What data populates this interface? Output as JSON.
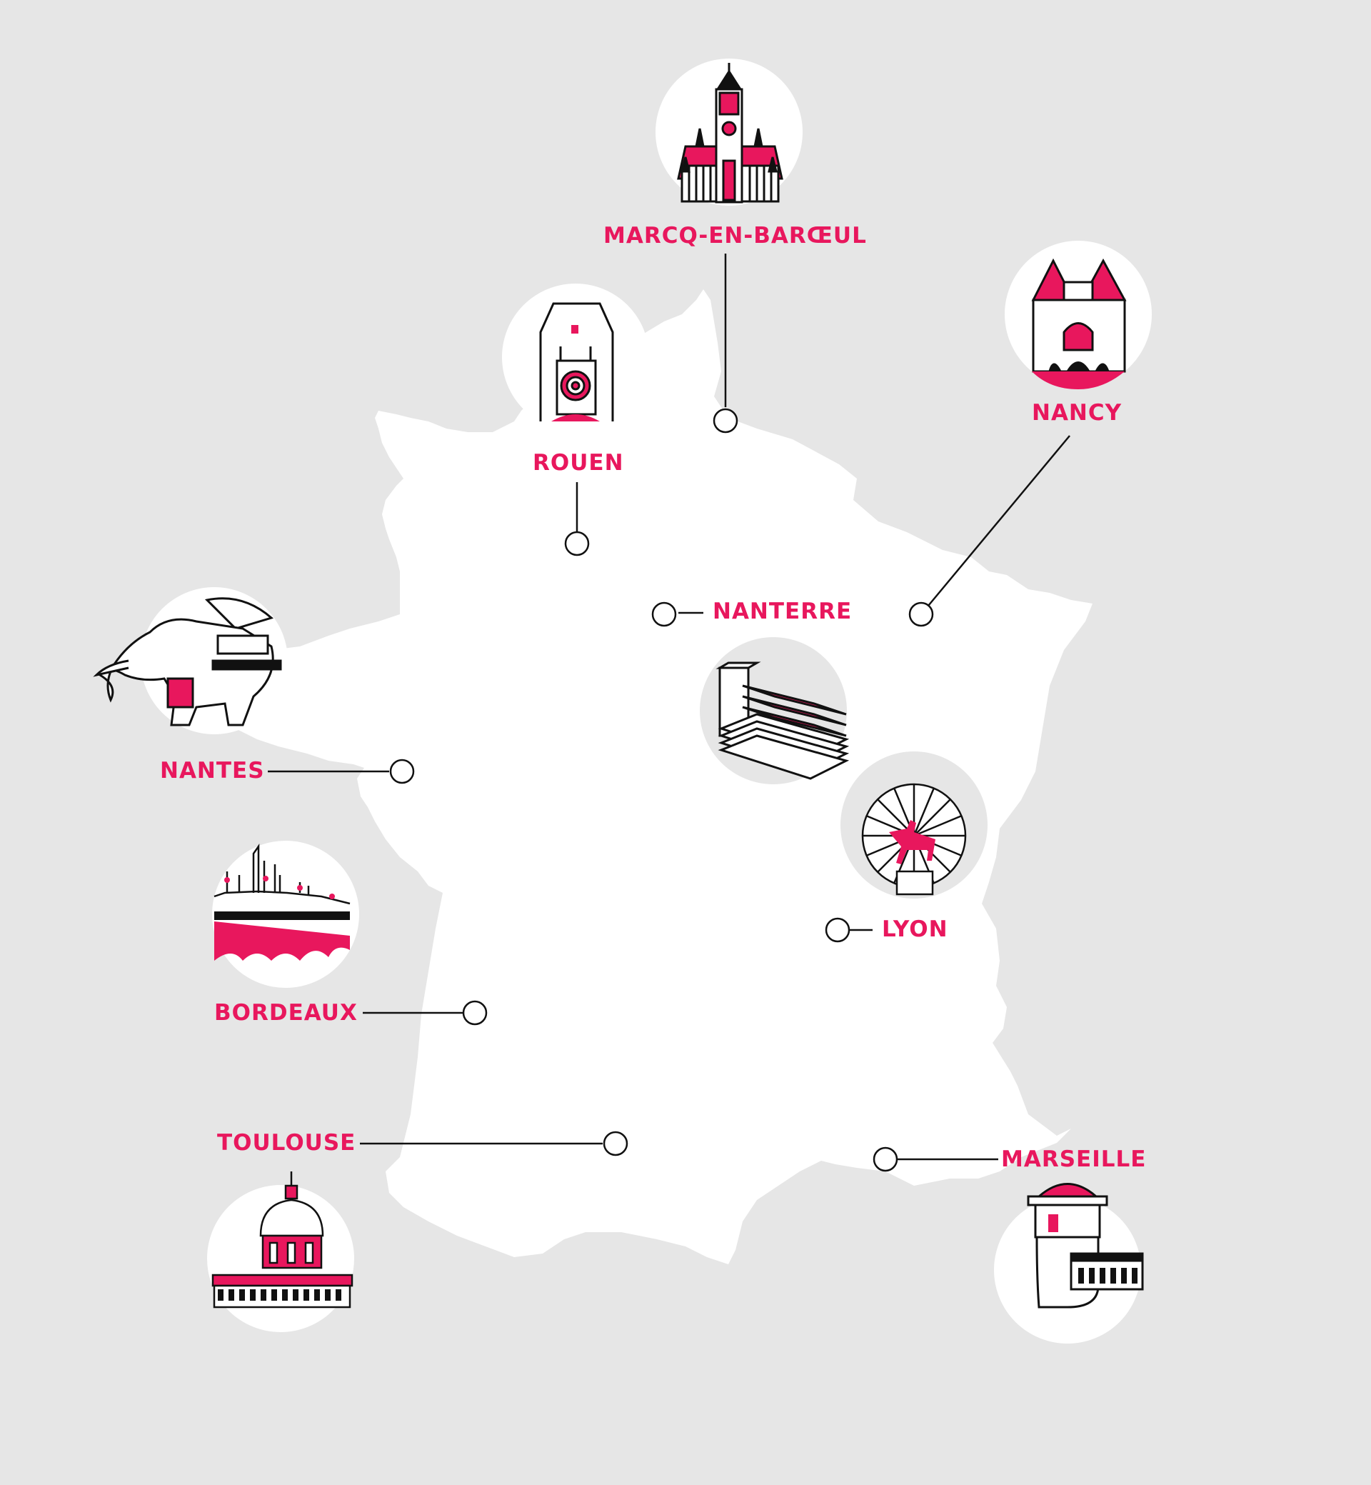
{
  "colors": {
    "background": "#e6e6e6",
    "land": "#ffffff",
    "accent": "#e8175d",
    "ink": "#111111",
    "badge_alt": "#e6e6e6"
  },
  "cities": [
    {
      "id": "marcq",
      "label": "MARCQ-EN-BARŒUL",
      "icon": "lille-belfry-icon"
    },
    {
      "id": "rouen",
      "label": "ROUEN",
      "icon": "gros-horloge-icon"
    },
    {
      "id": "nancy",
      "label": "NANCY",
      "icon": "porte-de-la-craffe-icon"
    },
    {
      "id": "nanterre",
      "label": "NANTERRE",
      "icon": "la-defense-building-icon"
    },
    {
      "id": "nantes",
      "label": "NANTES",
      "icon": "mechanical-elephant-icon"
    },
    {
      "id": "lyon",
      "label": "LYON",
      "icon": "ferris-wheel-statue-icon"
    },
    {
      "id": "bordeaux",
      "label": "BORDEAUX",
      "icon": "pont-de-pierre-icon"
    },
    {
      "id": "toulouse",
      "label": "TOULOUSE",
      "icon": "dome-de-la-grave-icon"
    },
    {
      "id": "marseille",
      "label": "MARSEILLE",
      "icon": "fort-saint-jean-icon"
    }
  ]
}
